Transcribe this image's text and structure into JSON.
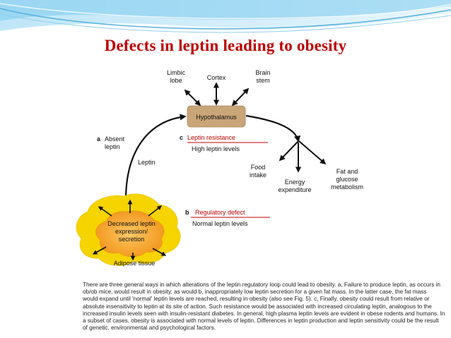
{
  "title": "Defects in leptin leading to obesity",
  "colors": {
    "title": "#c00000",
    "hypothalamus_box": "#c9a577",
    "adipose_outer": "#f5d400",
    "adipose_inner": "#f7ac3a",
    "accent_red": "#c00000",
    "banner": "#5ab4e0"
  },
  "diagram": {
    "brain_regions": {
      "limbic_line1": "Limbic",
      "limbic_line2": "lobe",
      "cortex": "Cortex",
      "brainstem_line1": "Brain",
      "brainstem_line2": "stem"
    },
    "hypothalamus": "Hypothalamus",
    "label_a": "a",
    "absent_leptin_line1": "Absent",
    "absent_leptin_line2": "leptin",
    "label_c": "c",
    "leptin_resistance": "Leptin resistance",
    "high_leptin_levels": "High leptin levels",
    "leptin": "Leptin",
    "outputs": {
      "food_line1": "Food",
      "food_line2": "intake",
      "energy_line1": "Energy",
      "energy_line2": "expenditure",
      "fat_line1": "Fat and",
      "fat_line2": "glucose",
      "fat_line3": "metabolism"
    },
    "label_b": "b",
    "regulatory_defect": "Regulatory defect",
    "normal_leptin_levels": "Normal leptin levels",
    "adipose_line1": "Decreased leptin",
    "adipose_line2": "expression/",
    "adipose_line3": "secretion",
    "adipose_tissue": "Adipose tissue"
  },
  "caption": {
    "line1": "There are three general ways in which alterations of the leptin regulatory loop could lead to obesity. a, Failure to produce leptin, as occurs in",
    "line2": "ob/ob mice, would result in obesity, as would b, inappropriately low leptin secretion for a given fat mass. In the latter case, the fat mass",
    "line3": "would expand until 'normal' leptin levels are reached, resulting in obesity (also see Fig. 5). c, Finally, obesity could result from relative or",
    "line4": "absolute insensitivity to leptin at its site of action. Such resistance would be associated with increased circulating leptin, analogous to the",
    "line5": "increased insulin levels seen with insulin-resistant diabetes. In general, high plasma leptin levels are evident in obese rodents and humans. In",
    "line6": "a subset of cases, obesity is associated with normal levels of leptin. Differences in leptin production and leptin sensitivity could be the result",
    "line7": "of genetic, environmental and psychological factors."
  }
}
